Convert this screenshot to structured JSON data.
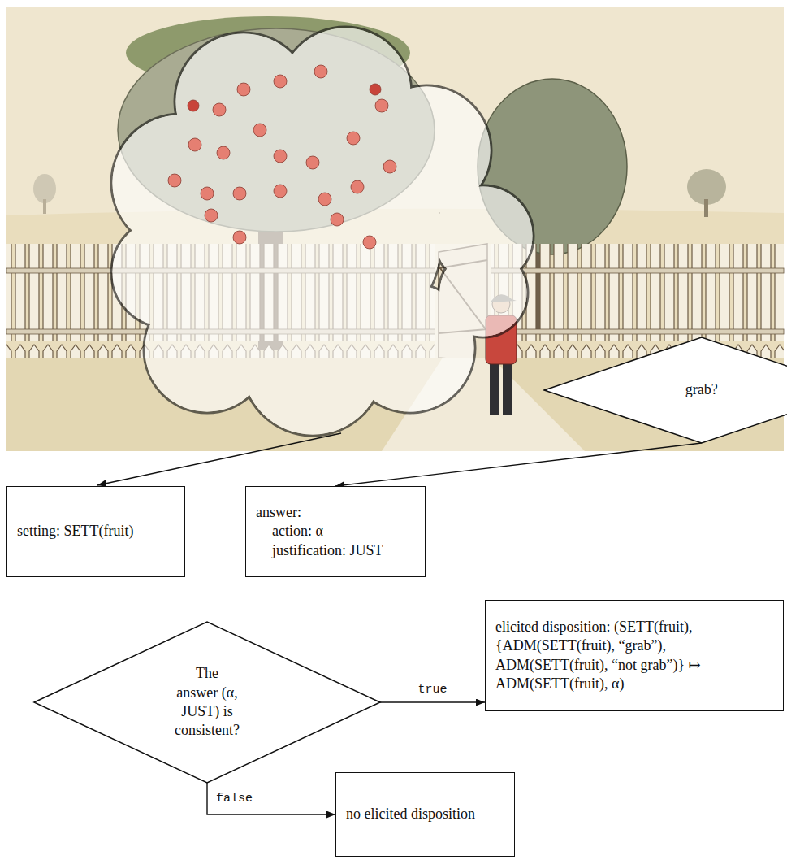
{
  "diagram": {
    "nodes": [
      {
        "text": [
          "grab?"
        ]
      },
      {
        "text": [
          "setting: SETT(fruit)"
        ]
      },
      {
        "text": [
          "answer:",
          "action: α",
          "justification: JUST"
        ]
      },
      {
        "text": [
          "The answer (α, JUST) is consistent?"
        ]
      },
      {
        "text": [
          "elicited disposition: (SETT(fruit), {ADM(SETT(fruit), “grab”), ADM(SETT(fruit), “not grab”)} ↦ ADM(SETT(fruit), α)"
        ]
      },
      {
        "text": [
          "no elicited disposition"
        ]
      }
    ],
    "edges": [
      {
        "from": 0,
        "to": 2,
        "arrow": "to"
      },
      {
        "from": 3,
        "to": 4,
        "arrow": "to",
        "label": "true"
      },
      {
        "from": 3,
        "to": 5,
        "arrow": "to",
        "label": "false"
      }
    ]
  }
}
